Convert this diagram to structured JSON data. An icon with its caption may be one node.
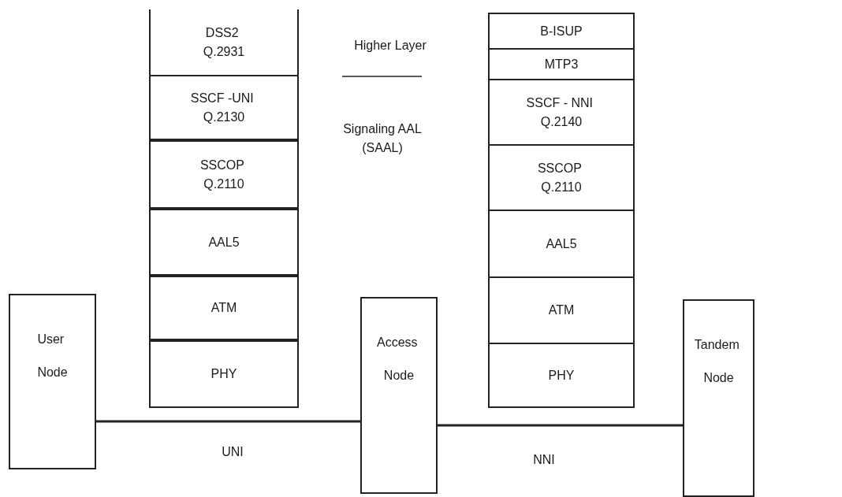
{
  "diagram": {
    "nodes": [
      {
        "text": [
          "DSS2 Q.2931"
        ]
      },
      {
        "text": [
          "SSCF -UNI Q.2130"
        ]
      },
      {
        "text": [
          "SSCOP Q.2110"
        ]
      },
      {
        "text": [
          "AAL5"
        ]
      },
      {
        "text": [
          "ATM"
        ]
      },
      {
        "text": [
          "PHY"
        ]
      },
      {
        "text": [
          "B-ISUP"
        ]
      },
      {
        "text": [
          "MTP3"
        ]
      },
      {
        "text": [
          "SSCF - NNI Q.2140"
        ]
      },
      {
        "text": [
          "SSCOP Q.2110"
        ]
      },
      {
        "text": [
          "AAL5"
        ]
      },
      {
        "text": [
          "ATM"
        ]
      },
      {
        "text": [
          "PHY"
        ]
      },
      {
        "text": [
          "User Node"
        ]
      },
      {
        "text": [
          "Access Node"
        ]
      },
      {
        "text": [
          "Tandem Node"
        ]
      }
    ],
    "edges": [
      {
        "from": 13,
        "to": 14,
        "arrow": "none",
        "label": "UNI"
      },
      {
        "from": 14,
        "to": 15,
        "arrow": "none",
        "label": "NNI"
      }
    ],
    "labels": [
      "Higher Layer",
      "Signaling AAL (SAAL)"
    ]
  }
}
